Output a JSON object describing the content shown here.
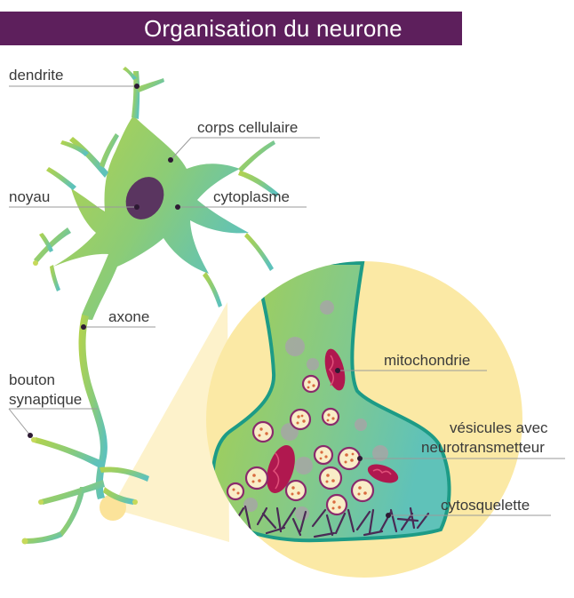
{
  "title": "Organisation du neurone",
  "labels": {
    "dendrite": "dendrite",
    "corps_cellulaire": "corps cellulaire",
    "noyau": "noyau",
    "cytoplasme": "cytoplasme",
    "axone": "axone",
    "bouton_line1": "bouton",
    "bouton_line2": "synaptique",
    "mitochondrie": "mitochondrie",
    "vesicules_line1": "vésicules avec",
    "vesicules_line2": "neurotransmetteur",
    "cytosquelette": "cytosquelette"
  },
  "colors": {
    "title_bg": "#5d1f5c",
    "neuron_green": "#a8cf4a",
    "neuron_teal": "#63c3b5",
    "nucleus": "#5a3560",
    "zoom_yellow": "#fbe9a5",
    "mitochondria": "#b0184f",
    "vesicle_fill": "#f9edc7",
    "cytoskeleton": "#4a2a55",
    "grey_particles": "#a8a8a8"
  }
}
